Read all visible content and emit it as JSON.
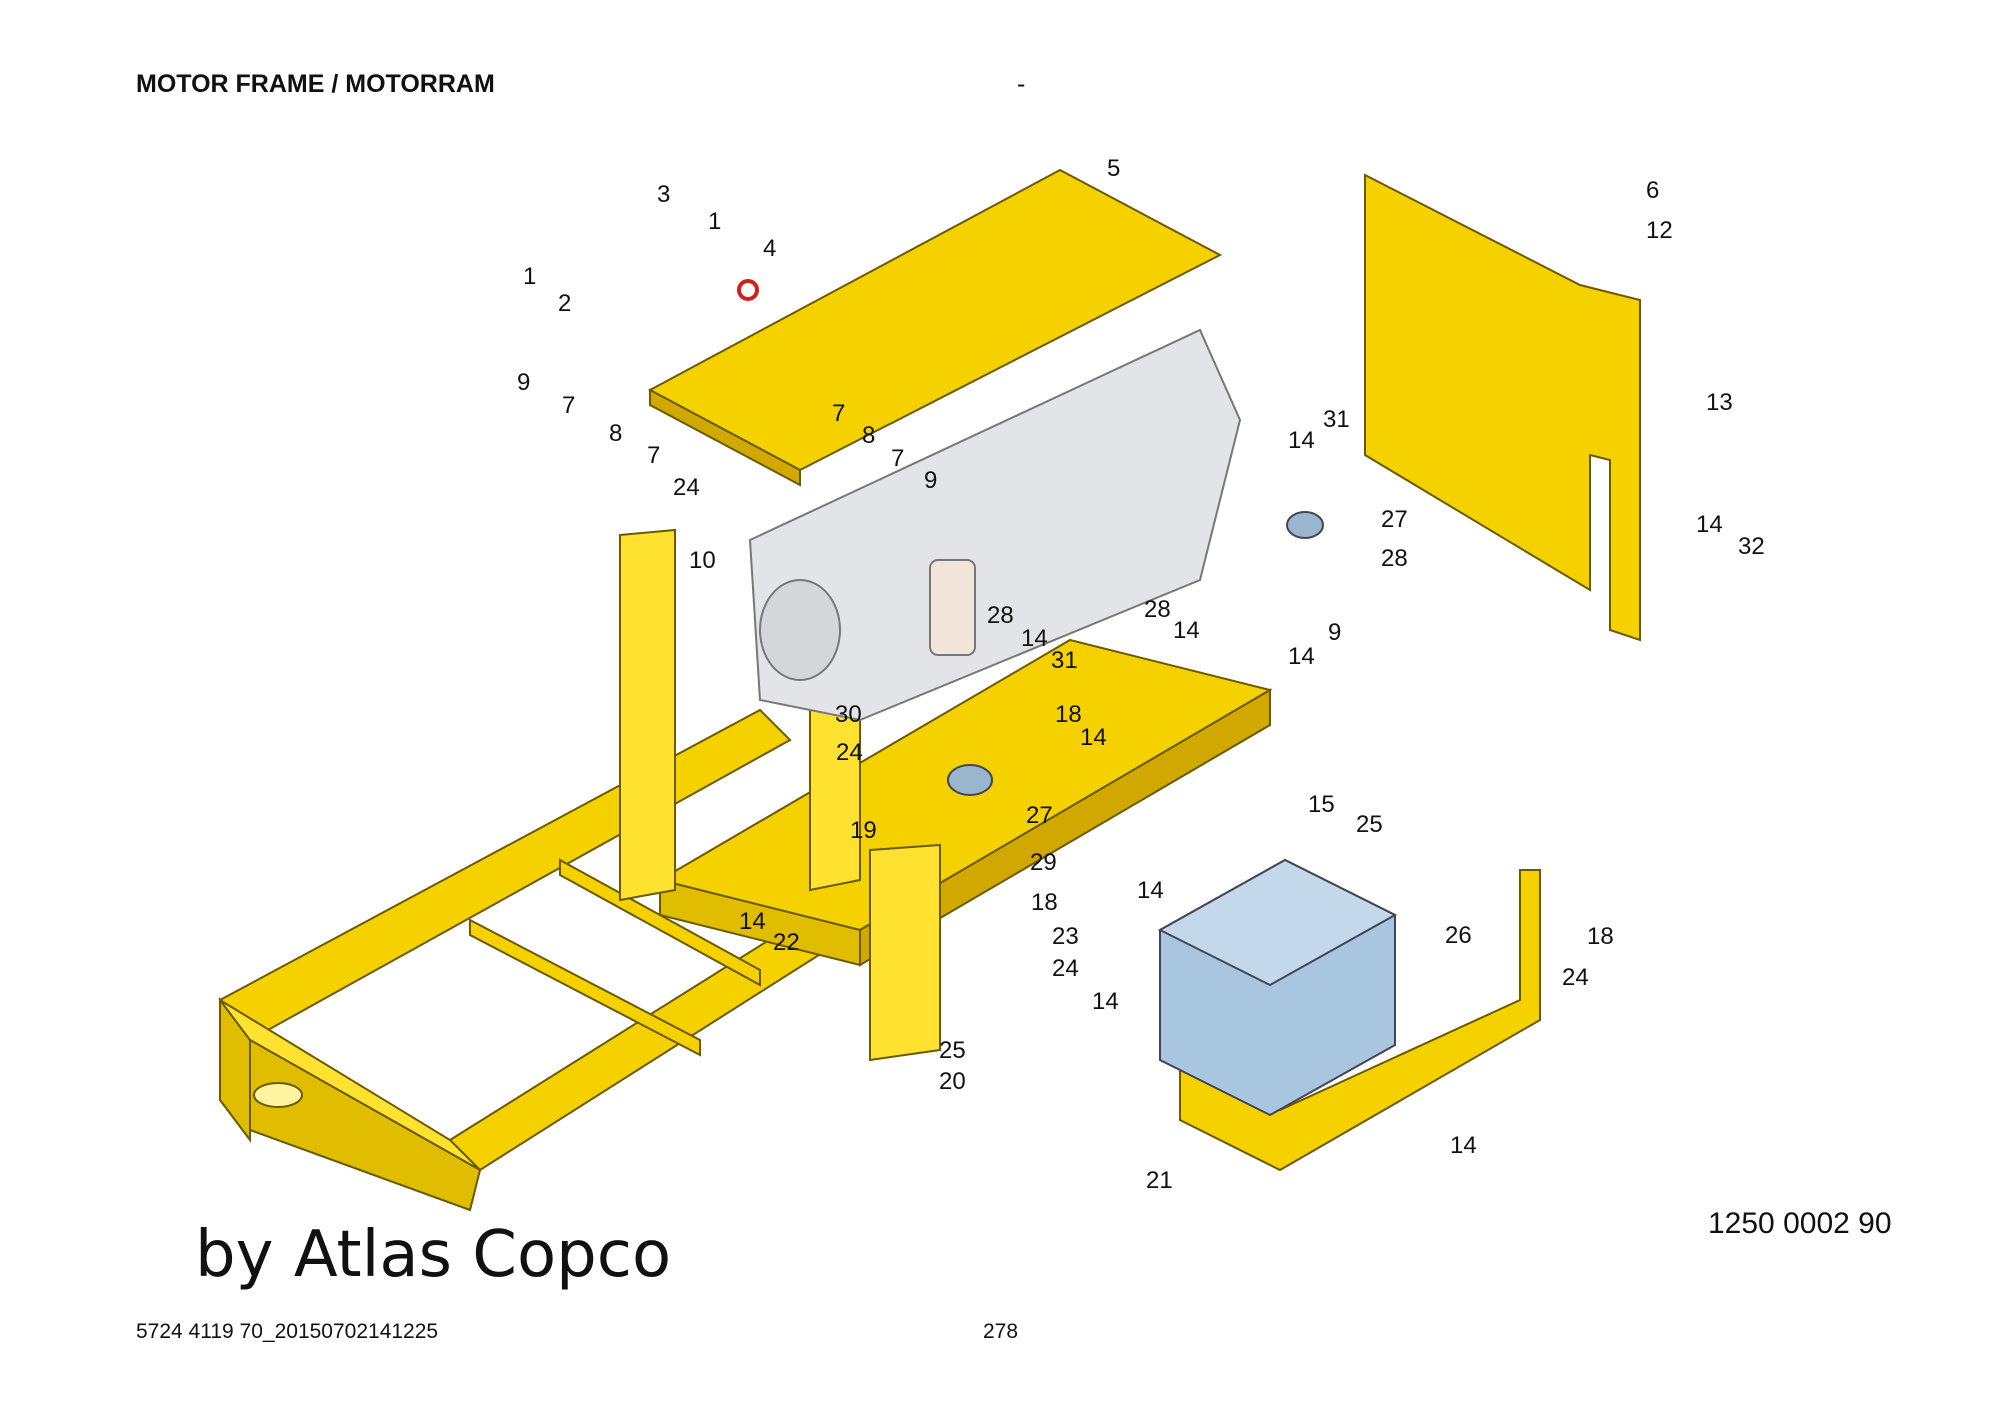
{
  "header": {
    "title": "MOTOR FRAME / MOTORRAM",
    "separator": "-"
  },
  "colors": {
    "frame": "#f5d100",
    "frame_edge": "#6b5a00",
    "engine": "#e2e4e8",
    "battery": "#a9c6e0",
    "leader": "#333333",
    "red_part": "#d0201c"
  },
  "callouts": [
    "1",
    "1",
    "2",
    "3",
    "4",
    "5",
    "6",
    "12",
    "13",
    "9",
    "7",
    "8",
    "7",
    "7",
    "8",
    "7",
    "9",
    "24",
    "10",
    "14",
    "31",
    "27",
    "28",
    "14",
    "32",
    "28",
    "14",
    "31",
    "30",
    "24",
    "28",
    "14",
    "9",
    "18",
    "14",
    "27",
    "14",
    "15",
    "25",
    "19",
    "14",
    "29",
    "18",
    "14",
    "22",
    "26",
    "23",
    "24",
    "14",
    "18",
    "24",
    "25",
    "20",
    "14",
    "21"
  ],
  "drawing_number": "1250 0002 90",
  "watermark": "by Atlas Copco",
  "footer": {
    "doc_id": "5724 4119 70_20150702141225",
    "page": "278"
  }
}
